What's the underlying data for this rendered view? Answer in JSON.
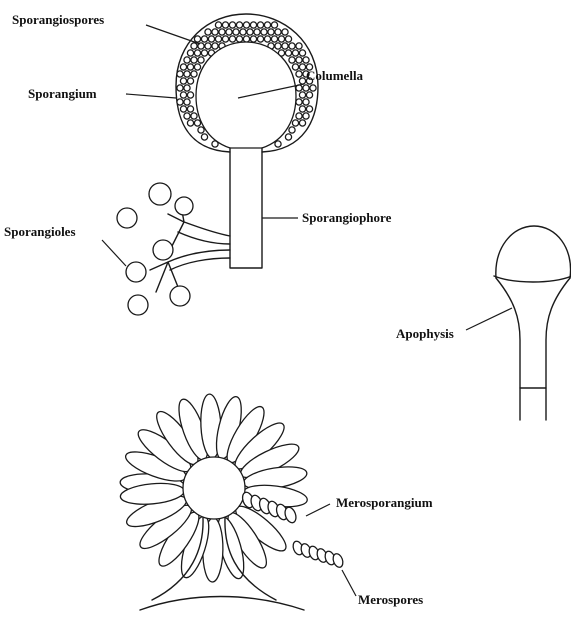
{
  "diagram": {
    "labels": {
      "sporangiospores": "Sporangiospores",
      "sporangium": "Sporangium",
      "columella": "Columella",
      "sporangiophore": "Sporangiophore",
      "sporangioles": "Sporangioles",
      "apophysis": "Apophysis",
      "merosporangium": "Merosporangium",
      "merospores": "Merospores"
    }
  }
}
